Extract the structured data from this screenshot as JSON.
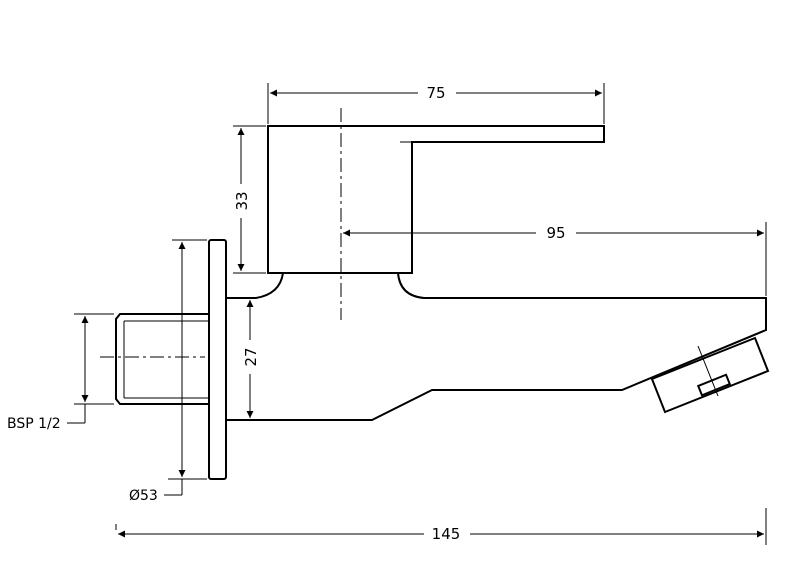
{
  "dimensions": {
    "handle_length": "75",
    "spout_reach": "95",
    "handle_height": "33",
    "body_height": "27",
    "overall_length": "145"
  },
  "labels": {
    "thread": "BSP 1/2",
    "flange_diameter": "Ø53"
  }
}
